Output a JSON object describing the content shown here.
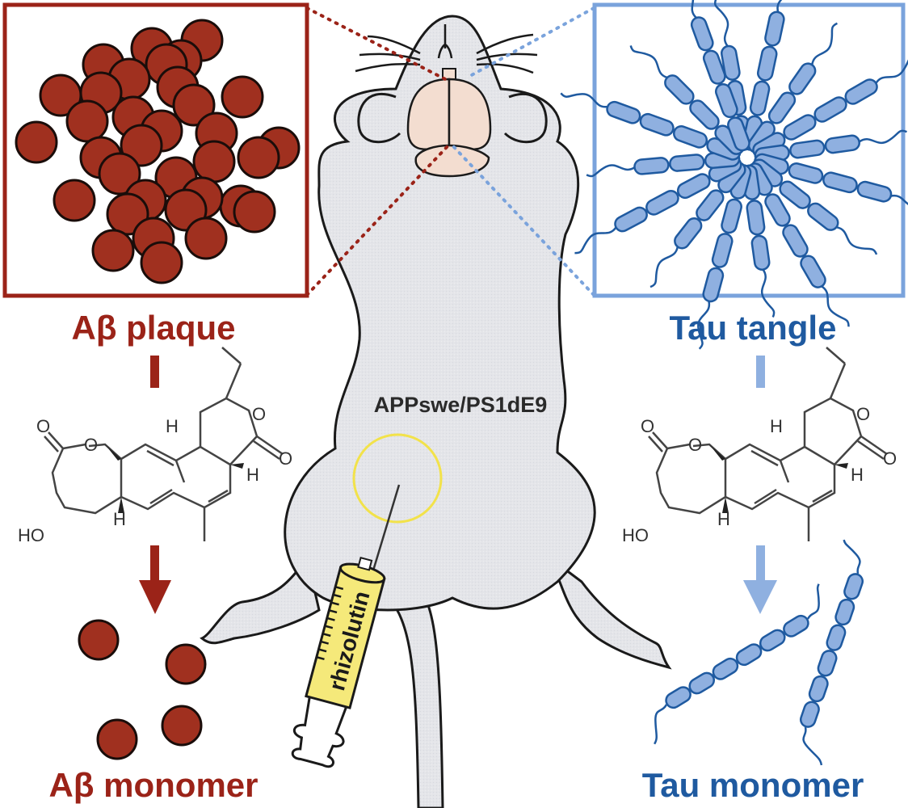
{
  "figure": {
    "title": "Rhizolutin disaggregates Aβ plaques and tau tangles in APPswe/PS1dE9 mice",
    "colors": {
      "amyloid": "#9b2318",
      "amyloid_fill": "#a0301f",
      "tau": "#1f5aa0",
      "tau_fill": "#8fb0e0",
      "tau_box": "#7aa3dc",
      "mouse_body": "#e6e6e8",
      "brain": "#f3ddd0",
      "syringe": "#f5e97a",
      "injection_site": "#f2e24a"
    }
  },
  "left_panel": {
    "aggregate_label": "Aβ plaque",
    "monomer_label": "Aβ monomer",
    "aggregate_icon": "amyloid-plaque-cluster",
    "monomer_icon": "amyloid-monomer-spheres"
  },
  "right_panel": {
    "aggregate_label": "Tau tangle",
    "monomer_label": "Tau monomer",
    "aggregate_icon": "tau-tangle-fibrils",
    "monomer_icon": "tau-monomer-chains"
  },
  "center": {
    "mouse_model": "APPswe/PS1dE9",
    "drug_name": "rhizolutin",
    "mouse_icon": "mouse-top-view",
    "syringe_icon": "syringe"
  },
  "structure": {
    "atoms": {
      "carbonyl_o_left": "O",
      "ring_o_left": "O",
      "ring_o_right": "O",
      "carbonyl_o_right": "O",
      "hydroxyl": "HO",
      "h1": "H",
      "h2": "H",
      "h3": "H"
    }
  }
}
